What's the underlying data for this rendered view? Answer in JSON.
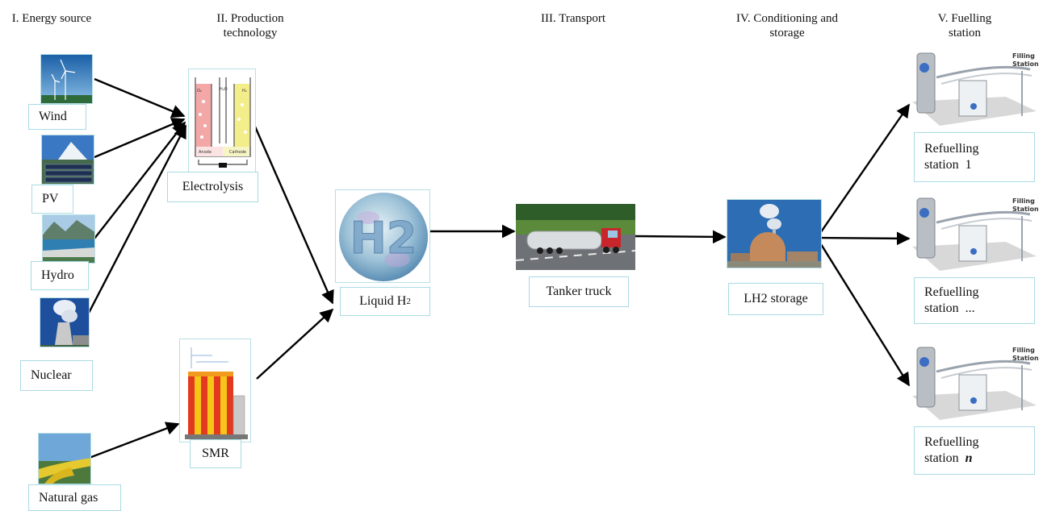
{
  "headers": {
    "energy_source": "I. Energy source",
    "production": "II. Production\ntechnology",
    "transport": "III. Transport",
    "conditioning": "IV. Conditioning and\nstorage",
    "fuelling": "V. Fuelling\nstation"
  },
  "energy_sources": {
    "wind": "Wind",
    "pv": "PV",
    "hydro": "Hydro",
    "nuclear": "Nuclear",
    "natural_gas": "Natural gas"
  },
  "production": {
    "electrolysis": "Electrolysis",
    "smr": "SMR",
    "electrolysis_diagram_labels": [
      "O₂",
      "H₂O",
      "H₂",
      "Anode",
      "Cathode"
    ]
  },
  "liquid_h2": {
    "label_main": "Liquid H",
    "label_sub": "2",
    "logo": "H2"
  },
  "transport": {
    "label": "Tanker truck"
  },
  "storage": {
    "label": "LH2 storage"
  },
  "stations": [
    {
      "line1": "Refuelling",
      "line2": "station  1"
    },
    {
      "line1": "Refuelling",
      "line2": "station  ..."
    },
    {
      "line1": "Refuelling",
      "line2": "station  ",
      "emph": "n"
    }
  ],
  "filling_sign": {
    "line1": "Filling",
    "line2": "Station"
  }
}
